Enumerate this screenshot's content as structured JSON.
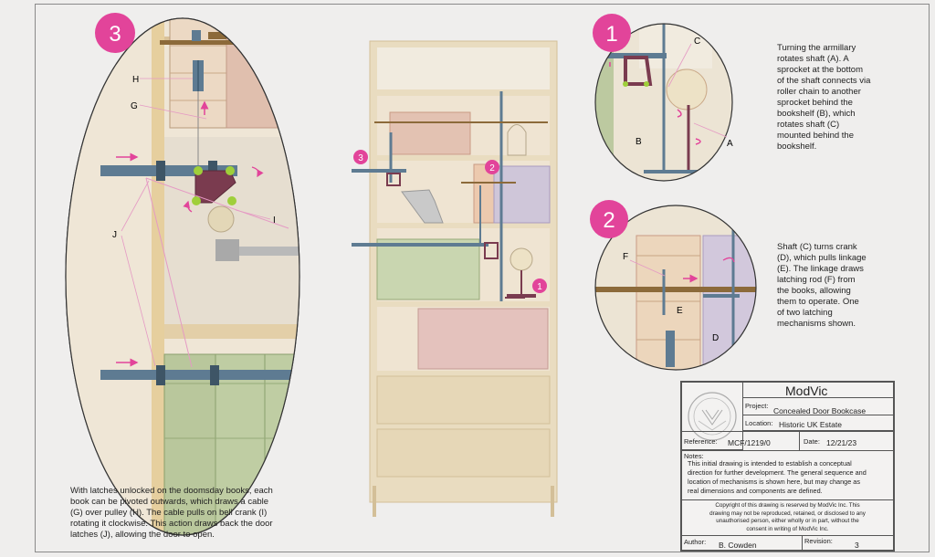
{
  "callouts": {
    "c1": {
      "badge": "1",
      "caption": [
        "Turning the armillary",
        "rotates shaft (A). A",
        "sprocket at the bottom",
        "of the shaft connects via",
        "roller chain to another",
        "sprocket behind the",
        "bookshelf (B), which",
        "rotates shaft (C)",
        "mounted behind the",
        "bookshelf."
      ],
      "labels": {
        "A": "A",
        "B": "B",
        "C": "C"
      }
    },
    "c2": {
      "badge": "2",
      "caption": [
        "Shaft (C) turns crank",
        "(D), which pulls linkage",
        "(E). The linkage draws",
        "latching rod (F) from",
        "the books, allowing",
        "them to operate. One",
        "of two latching",
        "mechanisms shown."
      ],
      "labels": {
        "D": "D",
        "E": "E",
        "F": "F"
      }
    },
    "c3": {
      "badge": "3",
      "caption": [
        "With latches unlocked on the doomsday books, each",
        "book can be pivoted outwards, which draws a cable",
        "(G) over pulley (H). The cable pulls on bell crank (I)",
        "rotating it clockwise. This action  draws back the door",
        "latches (J), allowing the door to open."
      ],
      "labels": {
        "G": "G",
        "H": "H",
        "I": "I",
        "J": "J"
      }
    }
  },
  "bookcase_markers": {
    "m1": "1",
    "m2": "2",
    "m3": "3"
  },
  "title_block": {
    "company": "ModVic",
    "project_label": "Project:",
    "project": "Concealed Door Bookcase",
    "location_label": "Location:",
    "location": "Historic UK Estate",
    "reference_label": "Reference:",
    "reference": "MCF/1219/0",
    "date_label": "Date:",
    "date": "12/21/23",
    "notes_label": "Notes:",
    "notes": [
      "This initial drawing is intended to establish a conceptual",
      "direction for further development. The general sequence and",
      "location of mechanisms is shown here, but may change as",
      "real dimensions and components are defined."
    ],
    "copyright": [
      "Copyright of this drawing is reserved by ModVic Inc. This",
      "drawing may not be reproduced, retained, or disclosed to any",
      "unauthorised person, either wholly or in part, without the",
      "consent in writing of ModVic Inc."
    ],
    "author_label": "Author:",
    "author": "B. Cowden",
    "revision_label": "Revision:",
    "revision": "3"
  },
  "colors": {
    "badge": "#e2449a",
    "arrow": "#e2449a",
    "shaft": "#5e7b92",
    "wood": "#e7d6b6",
    "crank": "#7a3b4f",
    "pin": "#9fcf3a"
  }
}
